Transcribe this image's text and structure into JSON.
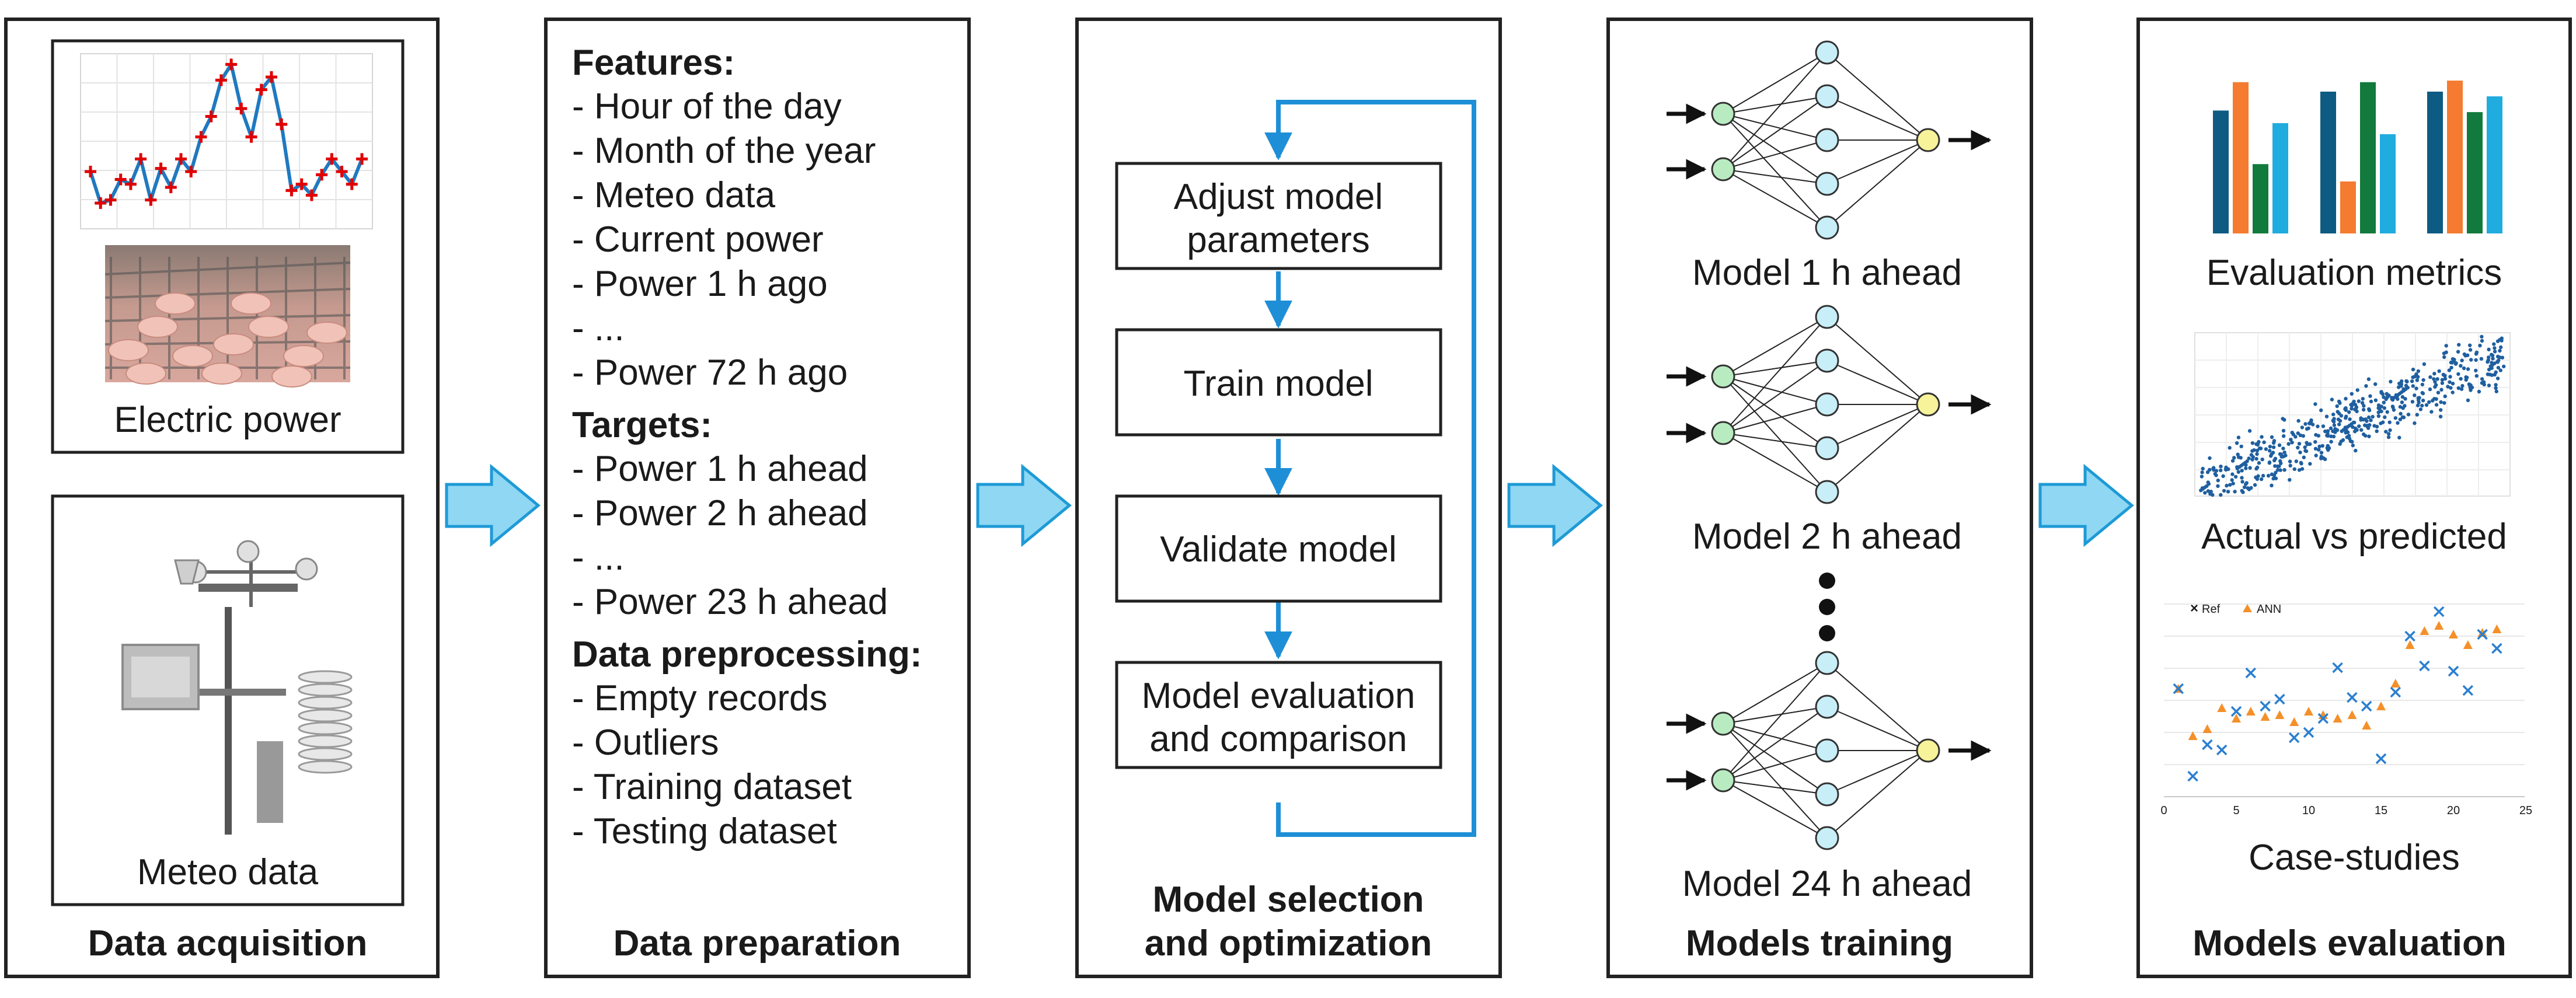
{
  "panels": {
    "acquisition": {
      "title": "Data acquisition",
      "electric_caption": "Electric power",
      "meteo_caption": "Meteo data"
    },
    "preparation": {
      "title": "Data preparation",
      "features_heading": "Features:",
      "features": [
        "- Hour of the day",
        "- Month of the year",
        "- Meteo data",
        "- Current power",
        "- Power 1 h ago",
        "- ...",
        "- Power 72 h ago"
      ],
      "targets_heading": "Targets:",
      "targets": [
        "- Power 1 h ahead",
        "- Power 2 h ahead",
        "- ...",
        "- Power 23 h ahead"
      ],
      "preprocessing_heading": "Data preprocessing:",
      "preprocessing": [
        "- Empty records",
        "- Outliers",
        "- Training dataset",
        "- Testing dataset"
      ]
    },
    "selection": {
      "title_line1": "Model selection",
      "title_line2": "and optimization",
      "steps": [
        [
          "Adjust model",
          "parameters"
        ],
        [
          "Train model"
        ],
        [
          "Validate model"
        ],
        [
          "Model evaluation",
          "and comparison"
        ]
      ]
    },
    "training": {
      "title": "Models training",
      "models": [
        "Model 1 h ahead",
        "Model 2 h ahead",
        "Model 24 h ahead"
      ]
    },
    "evaluation": {
      "title": "Models evaluation",
      "metrics_caption": "Evaluation metrics",
      "scatter_caption": "Actual vs predicted",
      "case_caption": "Case-studies",
      "case_legend": [
        "Ref",
        "ANN"
      ],
      "case_ticks": [
        "0",
        "5",
        "10",
        "15",
        "20",
        "25"
      ]
    }
  },
  "colors": {
    "arrow_fill": "#8fd7f3",
    "arrow_stroke": "#1e9ad6",
    "loop": "#1e8fd6",
    "node_input": "#b8ecc0",
    "node_hidden": "#c8eef8",
    "node_output": "#f7f39a",
    "bar_colors": [
      "#0d5b82",
      "#f47b30",
      "#127a3c",
      "#21acdf"
    ],
    "line_series": "#1f79c0",
    "marker": "#e00000",
    "scatter": "#1f5f9f",
    "ref": "#2a7fd0",
    "ann": "#f4902a"
  }
}
